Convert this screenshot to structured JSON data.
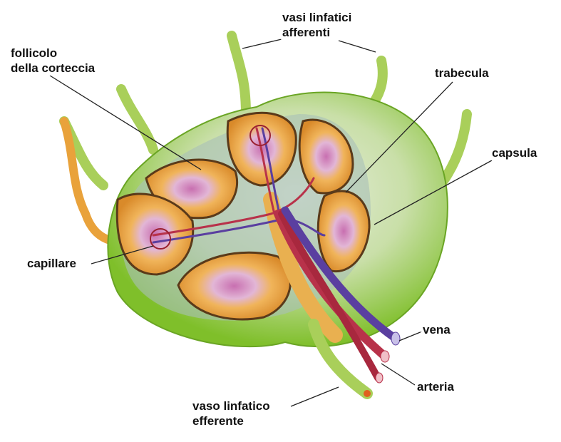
{
  "title": "Linfonodo",
  "labels": {
    "afferent_1": "vasi linfatici",
    "afferent_2": "afferenti",
    "follicle_1": "follicolo",
    "follicle_2": "della corteccia",
    "trabecula": "trabecula",
    "capsule": "capsula",
    "capillary": "capillare",
    "vein": "vena",
    "artery": "arteria",
    "efferent_1": "vaso linfatico",
    "efferent_2": "efferente"
  },
  "colors": {
    "capsule_green": "#8cc63f",
    "cortex_orange": "#e9a23b",
    "follicle_pink": "#d99ac8",
    "vein_blue": "#5a3fa0",
    "artery_red": "#b8324a",
    "lymph_vessel": "#b5d36b"
  }
}
